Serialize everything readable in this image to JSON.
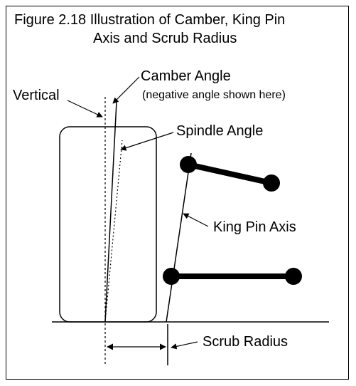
{
  "figure": {
    "caption_line1": "Figure 2.18  Illustration of Camber, King Pin",
    "caption_line2": "Axis and Scrub Radius"
  },
  "labels": {
    "camber_angle": "Camber Angle",
    "camber_note": "(negative angle shown here)",
    "vertical": "Vertical",
    "spindle_angle": "Spindle Angle",
    "king_pin_axis": "King Pin Axis",
    "scrub_radius": "Scrub Radius"
  },
  "colors": {
    "stroke": "#000000",
    "background": "#ffffff"
  }
}
